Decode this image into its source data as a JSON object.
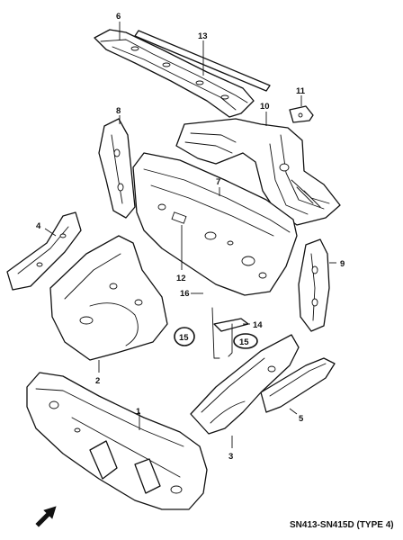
{
  "callouts": {
    "c1": "1",
    "c2": "2",
    "c3": "3",
    "c4": "4",
    "c5": "5",
    "c6": "6",
    "c7": "7",
    "c8": "8",
    "c9": "9",
    "c10": "10",
    "c11": "11",
    "c12": "12",
    "c13": "13",
    "c14": "14",
    "c15a": "15",
    "c15b": "15",
    "c16": "16"
  },
  "caption": "SN413-SN415D (TYPE 4)",
  "icons": {
    "front_direction": "front-arrow-icon"
  }
}
